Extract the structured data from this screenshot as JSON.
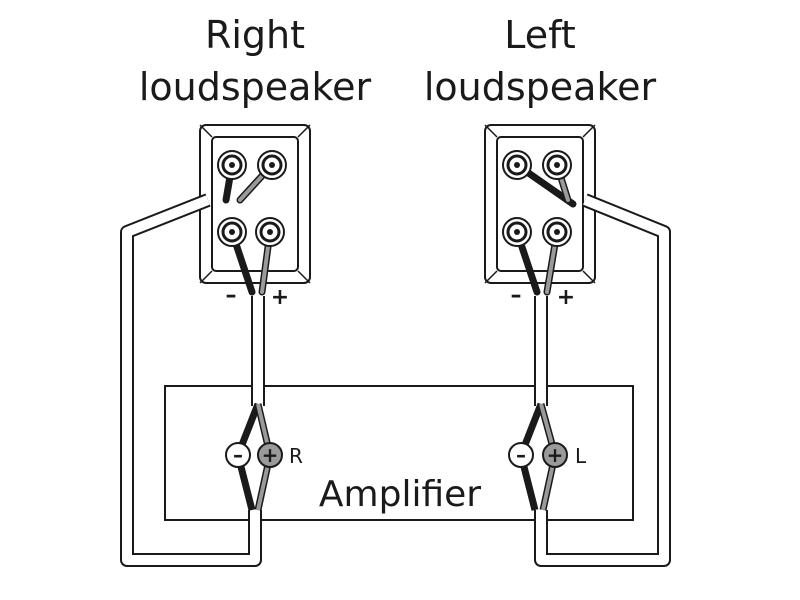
{
  "speakers": {
    "right": {
      "title_line1": "Right",
      "title_line2": "loudspeaker",
      "minus": "–",
      "plus": "+"
    },
    "left": {
      "title_line1": "Left",
      "title_line2": "loudspeaker",
      "minus": "–",
      "plus": "+"
    }
  },
  "amplifier": {
    "label": "Amplifier",
    "right_channel": {
      "label": "R",
      "minus": "–",
      "plus": "+"
    },
    "left_channel": {
      "label": "L",
      "minus": "–",
      "plus": "+"
    }
  }
}
